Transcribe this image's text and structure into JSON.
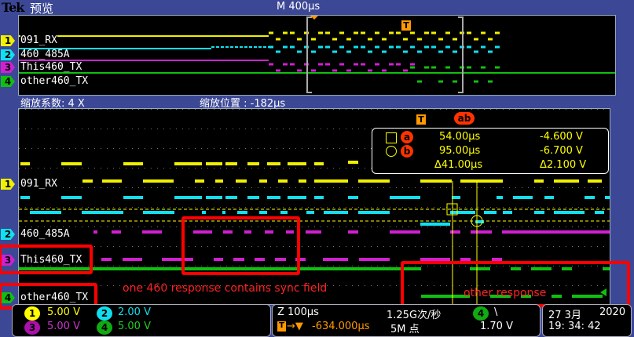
{
  "header": {
    "logo": "Tek",
    "title": "预览",
    "timebase": "M 400µs"
  },
  "zoom_info": {
    "factor": "缩放系数: 4 X",
    "position": "缩放位置 :  -182µs"
  },
  "channels": [
    {
      "num": "1",
      "label": "091_RX",
      "color": "#f0f000"
    },
    {
      "num": "2",
      "label": "460_485A",
      "color": "#10e0f0"
    },
    {
      "num": "3",
      "label": "This460_TX",
      "color": "#d020d0"
    },
    {
      "num": "4",
      "label": "other460_TX",
      "color": "#10c010"
    }
  ],
  "trigger_marker": "T",
  "cursors": {
    "header": "ab",
    "a": {
      "name": "a",
      "time": "54.00µs",
      "volt": "-4.600 V"
    },
    "b": {
      "name": "b",
      "time": "95.00µs",
      "volt": "-6.700 V"
    },
    "delta": {
      "time": "Δ41.00µs",
      "volt": "Δ2.100 V"
    }
  },
  "annotations": {
    "sync": "one 460 response contains sync field",
    "other": "other response"
  },
  "scales": {
    "ch1": "5.00 V",
    "ch2": "2.00 V",
    "ch3": "5.00 V",
    "ch4": "5.00 V"
  },
  "acquisition": {
    "zoom_time": "Z 100µs",
    "sample_rate": "1.25G次/秒",
    "trigger_pos": "-634.000µs",
    "record_length": "5M 点",
    "trigger_channel": "4",
    "trigger_level": "1.70 V"
  },
  "datetime": {
    "date": "27 3月",
    "year": "2020",
    "time": "19: 34: 42"
  }
}
